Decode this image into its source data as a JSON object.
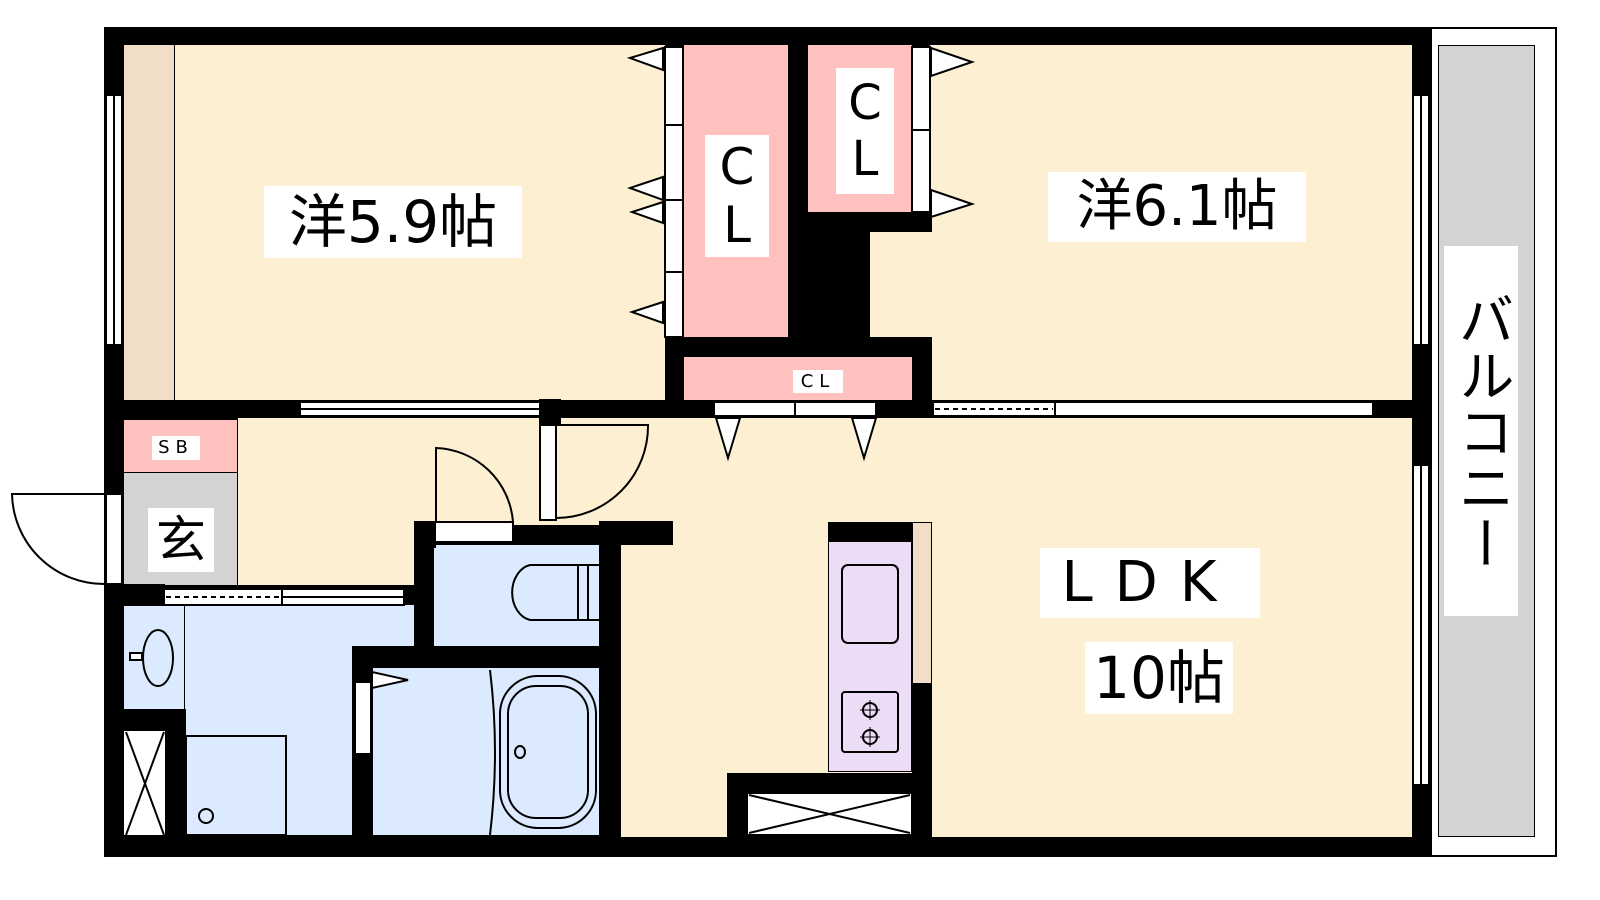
{
  "rooms": {
    "western_room_1": "洋5.9帖",
    "western_room_2": "洋6.1帖",
    "closet_large": "CL",
    "closet_small": "CL",
    "closet_hall": "CL",
    "shoe_box": "SB",
    "entrance": "玄",
    "ldk": "LDK",
    "ldk_size": "10帖",
    "balcony": "バルコニー"
  },
  "colors": {
    "room": "#fdf0d2",
    "closet": "#ffc0c0",
    "wet_area": "#dbeafe",
    "entrance": "#d3d3d3",
    "kitchen": "#ecdcf5",
    "wall": "#000000"
  }
}
